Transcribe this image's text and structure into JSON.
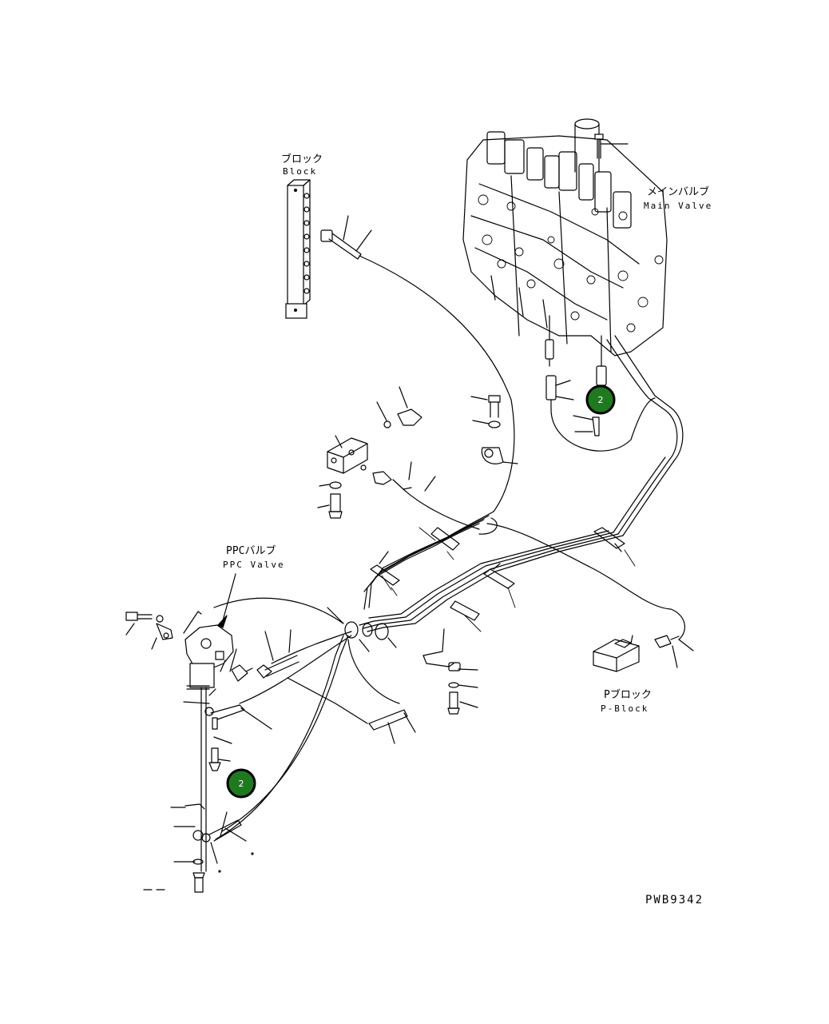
{
  "labels": {
    "block_jp": "ブロック",
    "block_en": "Block",
    "main_valve_jp": "メインバルブ",
    "main_valve_en": "Main Valve",
    "ppc_valve_jp": "PPCバルブ",
    "ppc_valve_en": "PPC Valve",
    "p_block_jp": "Pブロック",
    "p_block_en": "P-Block",
    "drawing_code": "PWB9342"
  },
  "markers": [
    {
      "number": "2"
    },
    {
      "number": "2"
    }
  ],
  "colors": {
    "marker_fill": "#1f7a1f",
    "line": "#000000",
    "background": "#ffffff"
  }
}
